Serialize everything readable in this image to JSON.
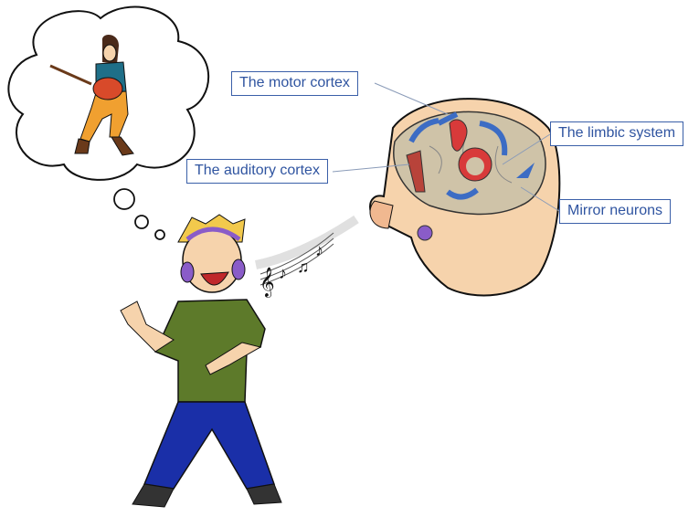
{
  "labels": {
    "motor_cortex": "The motor cortex",
    "limbic_system": "The limbic system",
    "auditory_cortex": "The auditory cortex",
    "mirror_neurons": "Mirror neurons"
  },
  "colors": {
    "label_text": "#2f54a0",
    "label_border": "#3a5fa8",
    "skin": "#f6d3ac",
    "brain": "#cfc3a8",
    "brain_region": "#d83a3a",
    "arrow": "#3c6cc4",
    "shirt": "#5d7a2a",
    "jeans": "#1a2fa8",
    "hair": "#f2c94c",
    "headphones": "#8a5cc8"
  }
}
